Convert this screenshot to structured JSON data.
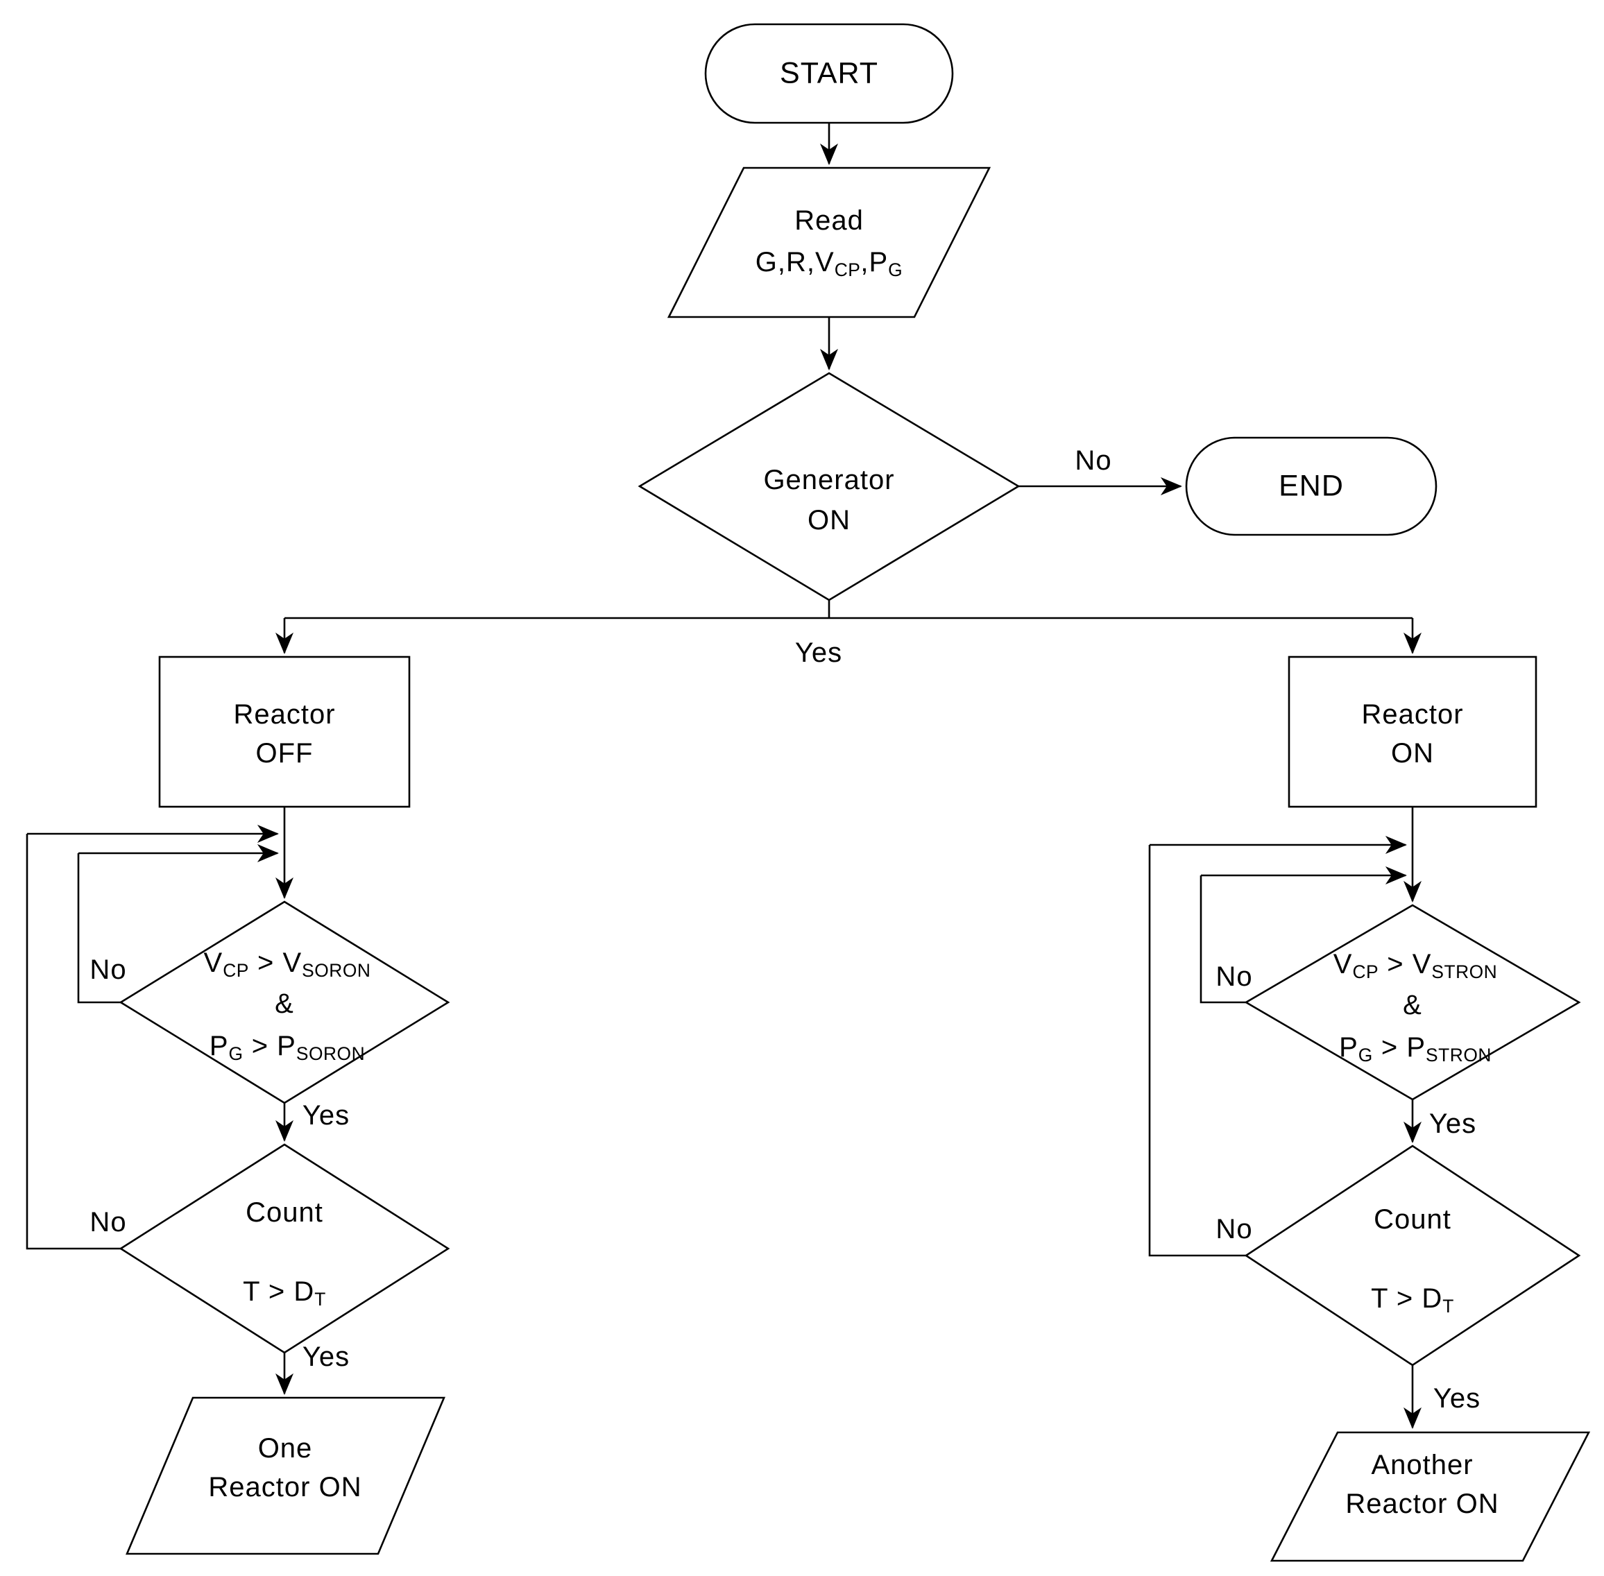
{
  "title": "Reactor switching control flowchart",
  "colors": {
    "line": "#000000",
    "text": "#000000",
    "background": "#ffffff"
  },
  "nodes": {
    "start": {
      "label": "START"
    },
    "read": {
      "line1": "Read",
      "line2": [
        {
          "t": "G,R,V"
        },
        {
          "t": "CP",
          "sub": true
        },
        {
          "t": ",P"
        },
        {
          "t": "G",
          "sub": true
        }
      ]
    },
    "generator": {
      "line1": "Generator",
      "line2": "ON"
    },
    "end": {
      "label": "END"
    },
    "reactor_off": {
      "line1": "Reactor",
      "line2": "OFF"
    },
    "reactor_on": {
      "line1": "Reactor",
      "line2": "ON"
    },
    "cond_soron": {
      "line1": [
        {
          "t": "V"
        },
        {
          "t": "CP",
          "sub": true
        },
        {
          "t": " > V"
        },
        {
          "t": "SORON",
          "sub": true
        }
      ],
      "line2": "&",
      "line3": [
        {
          "t": "P"
        },
        {
          "t": "G",
          "sub": true
        },
        {
          "t": " > P"
        },
        {
          "t": "SORON",
          "sub": true
        }
      ]
    },
    "cond_stron": {
      "line1": [
        {
          "t": "V"
        },
        {
          "t": "CP",
          "sub": true
        },
        {
          "t": " > V"
        },
        {
          "t": "STRON",
          "sub": true
        }
      ],
      "line2": "&",
      "line3": [
        {
          "t": "P"
        },
        {
          "t": "G",
          "sub": true
        },
        {
          "t": " > P"
        },
        {
          "t": "STRON",
          "sub": true
        }
      ]
    },
    "count_left": {
      "line1": "Count",
      "line2": [
        {
          "t": "T > D"
        },
        {
          "t": "T",
          "sub": true
        }
      ]
    },
    "count_right": {
      "line1": "Count",
      "line2": [
        {
          "t": "T > D"
        },
        {
          "t": "T",
          "sub": true
        }
      ]
    },
    "one_reactor": {
      "line1": "One",
      "line2": "Reactor ON"
    },
    "another_reactor": {
      "line1": "Another",
      "line2": "Reactor ON"
    }
  },
  "edges": {
    "generator_no": "No",
    "generator_yes": "Yes",
    "soron_no": "No",
    "soron_yes": "Yes",
    "count_left_no": "No",
    "count_left_yes": "Yes",
    "stron_no": "No",
    "stron_yes": "Yes",
    "count_right_no": "No",
    "count_right_yes": "Yes"
  }
}
